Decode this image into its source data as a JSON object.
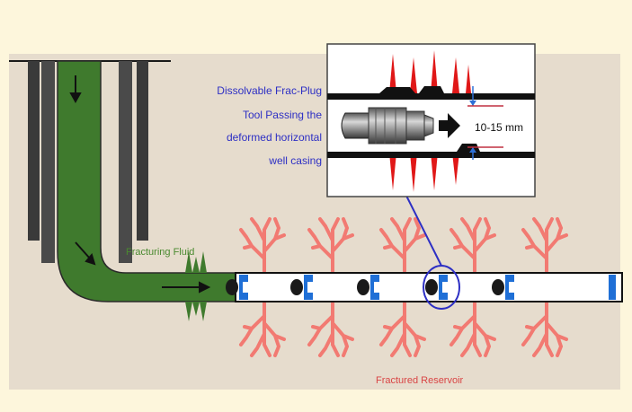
{
  "colors": {
    "page_background": "#fdf6dc",
    "reservoir_fill": "#e6dccd",
    "fluid_green": "#3f7a2d",
    "casing_dark": "#3a3a3a",
    "fracture_red": "#f27a72",
    "callout_blue": "#2d2fc4",
    "frac_red": "#e01818",
    "blue_seat": "#1f6fd6",
    "plug_dark": "#1a1a1a"
  },
  "labels": {
    "callout_line1": "Dissolvable Frac-Plug",
    "callout_line2": "Tool Passing the",
    "callout_line3": "deformed horizontal",
    "callout_line4": "well casing",
    "gap_measure": "10-15 mm",
    "fracturing_fluid": "Fracturing Fluid",
    "fractured_reservoir": "Fractured Reservoir"
  },
  "icons": {
    "flow_arrow": "down-arrow-icon",
    "tool": "frac-plug-tool-icon"
  }
}
